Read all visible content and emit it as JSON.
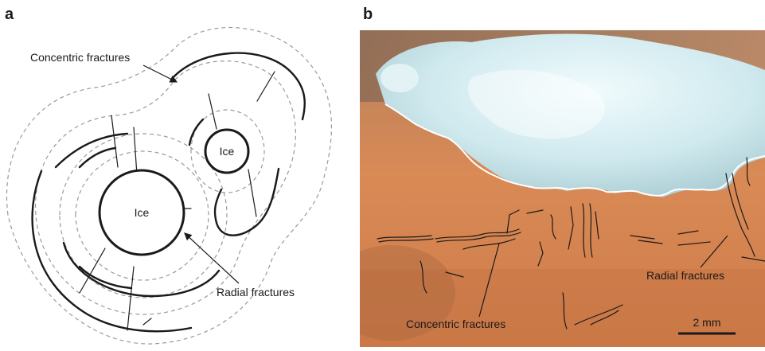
{
  "panel_a": {
    "letter": "a",
    "labels": {
      "concentric": "Concentric fractures",
      "ice_large": "Ice",
      "ice_small": "Ice",
      "radial": "Radial fractures"
    }
  },
  "panel_b": {
    "letter": "b",
    "labels": {
      "radial": "Radial fractures",
      "concentric": "Concentric fractures",
      "scale": "2 mm"
    }
  },
  "colors": {
    "line": "#1a1a1a",
    "dashed": "#9a9a9a",
    "ice_boundary": "#ffffff",
    "rock": "#d98a55",
    "ice": "#cfe9ee"
  }
}
